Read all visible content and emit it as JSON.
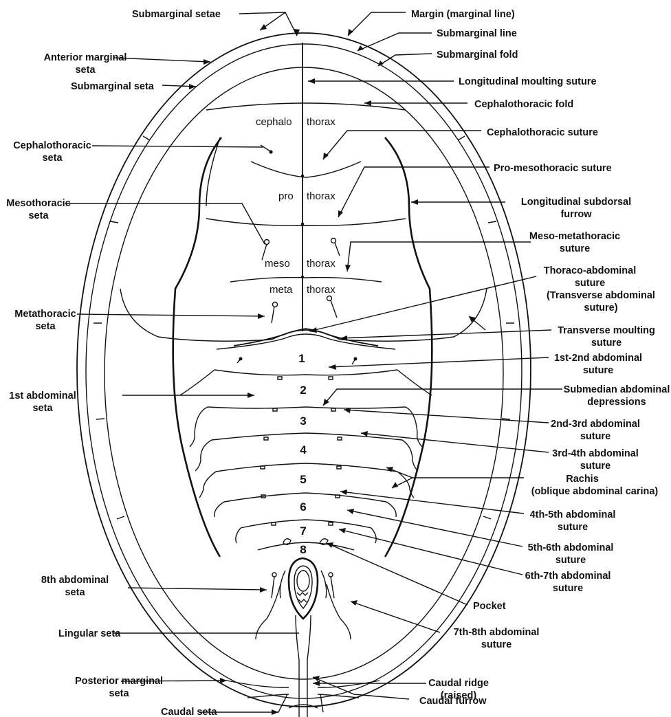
{
  "labels": {
    "submarginal_setae": "Submarginal setae",
    "margin": "Margin (marginal line)",
    "submarginal_line": "Submarginal line",
    "submarginal_fold": "Submarginal fold",
    "anterior_marginal_seta_1": "Anterior marginal",
    "anterior_marginal_seta_2": "seta",
    "submarginal_seta": "Submarginal seta",
    "longitudinal_moulting_suture": "Longitudinal moulting suture",
    "cephalothoracic_fold": "Cephalothoracic fold",
    "cephalothoracic_suture": "Cephalothoracic suture",
    "cephalothoracic_seta_1": "Cephalothoracic",
    "cephalothoracic_seta_2": "seta",
    "pro_mesothoracic_suture": "Pro-mesothoracic suture",
    "mesothoracic_seta_1": "Mesothoracic",
    "mesothoracic_seta_2": "seta",
    "longitudinal_subdorsal_furrow_1": "Longitudinal subdorsal",
    "longitudinal_subdorsal_furrow_2": "furrow",
    "meso_metathoracic_suture_1": "Meso-metathoracic",
    "meso_metathoracic_suture_2": "suture",
    "thoraco_abdominal_suture_1": "Thoraco-abdominal",
    "thoraco_abdominal_suture_2": "suture",
    "thoraco_abdominal_suture_3": "(Transverse abdominal",
    "thoraco_abdominal_suture_4": "suture)",
    "metathoracic_seta_1": "Metathoracic",
    "metathoracic_seta_2": "seta",
    "transverse_moulting_suture_1": "Transverse moulting",
    "transverse_moulting_suture_2": "suture",
    "abd_1_2_suture_1": "1st-2nd abdominal",
    "abd_1_2_suture_2": "suture",
    "first_abdominal_seta_1": "1st abdominal",
    "first_abdominal_seta_2": "seta",
    "submedian_depressions_1": "Submedian abdominal",
    "submedian_depressions_2": "depressions",
    "abd_2_3_suture_1": "2nd-3rd abdominal",
    "abd_2_3_suture_2": "suture",
    "abd_3_4_suture_1": "3rd-4th abdominal",
    "abd_3_4_suture_2": "suture",
    "rachis_1": "Rachis",
    "rachis_2": "(oblique abdominal carina)",
    "abd_4_5_suture_1": "4th-5th abdominal",
    "abd_4_5_suture_2": "suture",
    "abd_5_6_suture_1": "5th-6th abdominal",
    "abd_5_6_suture_2": "suture",
    "abd_6_7_suture_1": "6th-7th abdominal",
    "abd_6_7_suture_2": "suture",
    "eighth_abdominal_seta_1": "8th abdominal",
    "eighth_abdominal_seta_2": "seta",
    "pocket": "Pocket",
    "lingular_seta": "Lingular seta",
    "abd_7_8_suture_1": "7th-8th abdominal",
    "abd_7_8_suture_2": "suture",
    "posterior_marginal_seta_1": "Posterior marginal",
    "posterior_marginal_seta_2": "seta",
    "caudal_ridge_1": "Caudal ridge",
    "caudal_ridge_2": "(raised)",
    "caudal_furrow": "Caudal furrow",
    "caudal_seta": "Caudal seta"
  },
  "body_text": {
    "cephalo": "cephalo",
    "thorax_1": "thorax",
    "pro": "pro",
    "thorax_2": "thorax",
    "meso": "meso",
    "thorax_3": "thorax",
    "meta": "meta",
    "thorax_4": "thorax"
  },
  "segments": [
    "1",
    "2",
    "3",
    "4",
    "5",
    "6",
    "7",
    "8"
  ]
}
